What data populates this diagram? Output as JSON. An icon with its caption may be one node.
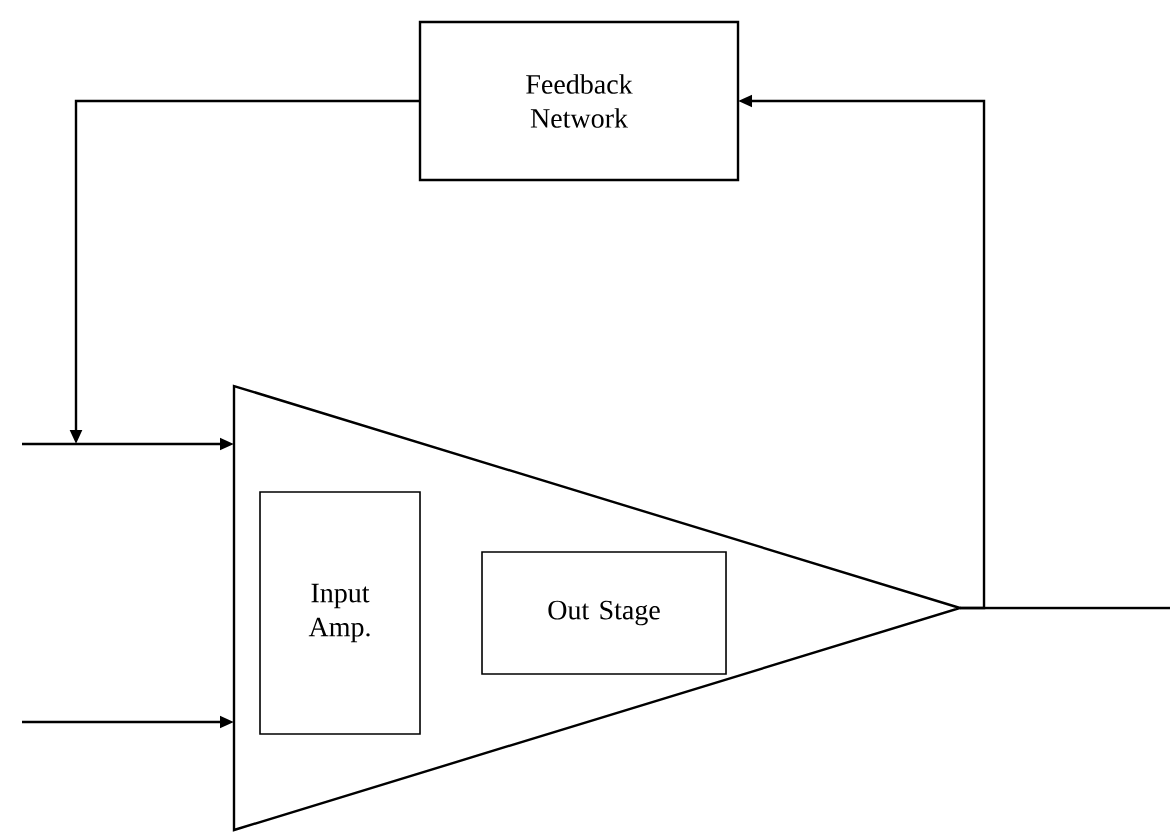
{
  "diagram": {
    "nodes": [
      {
        "text": [
          "Feedback Network"
        ]
      },
      {
        "text": [],
        "shape": "triangle"
      },
      {
        "text": [
          "Input Amp."
        ],
        "in": 1
      },
      {
        "text": [
          "Out Stage"
        ],
        "in": 1
      }
    ],
    "edges": [
      {
        "from": 1,
        "to": 0,
        "arrow": "to"
      },
      {
        "from": 0,
        "to": null,
        "arrow": "to"
      },
      {
        "from": null,
        "to": 1,
        "arrow": "to"
      },
      {
        "from": null,
        "to": 1,
        "arrow": "to"
      },
      {
        "from": 1,
        "to": null,
        "arrow": "none"
      }
    ]
  }
}
